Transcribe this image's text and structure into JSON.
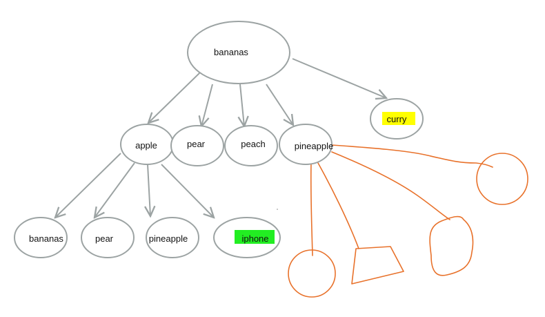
{
  "nodes": {
    "root": "bananas",
    "curry": "curry",
    "apple": "apple",
    "pear": "pear",
    "peach": "peach",
    "pineapple": "pineapple",
    "bananas_child": "bananas",
    "pear_child": "pear",
    "pineapple_child": "pineapple",
    "iphone": "iphone"
  },
  "colors": {
    "node_stroke": "#9ca3a3",
    "edge": "#9ca3a3",
    "sketch": "#e8712a",
    "highlight_yellow": "#ffff00",
    "highlight_green": "#22ee22"
  }
}
